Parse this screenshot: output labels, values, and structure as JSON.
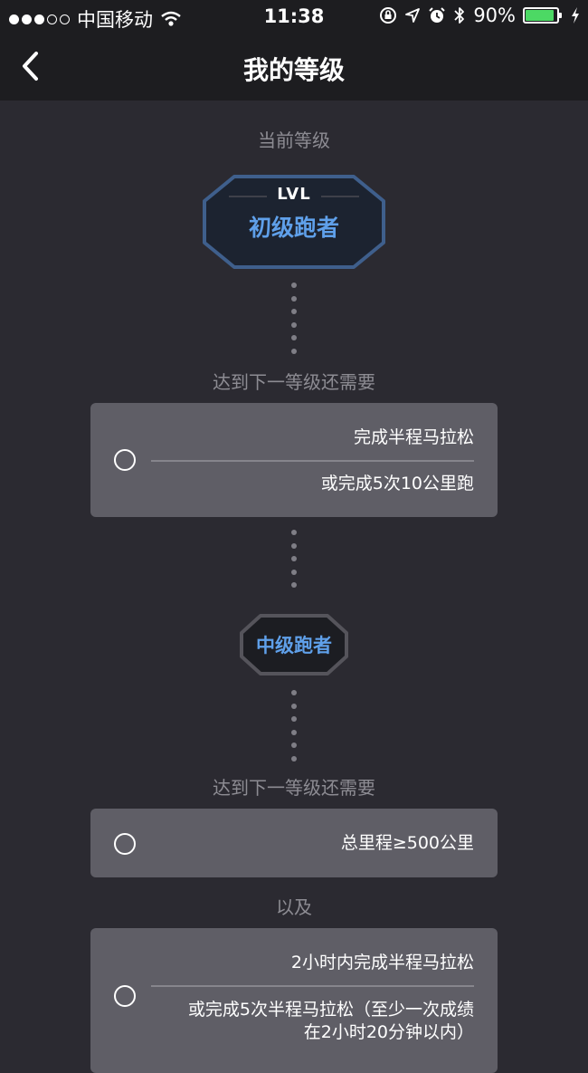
{
  "status_bar": {
    "carrier": "中国移动",
    "time": "11:38",
    "battery": "90%",
    "battery_level": 0.9,
    "icons": [
      "wifi-icon",
      "rotation-lock-icon",
      "location-icon",
      "alarm-icon",
      "bluetooth-icon",
      "battery-icon",
      "charging-icon"
    ]
  },
  "nav": {
    "title": "我的等级",
    "back_icon": "chevron-left-icon"
  },
  "current": {
    "caption": "当前等级",
    "badge_lvl": "LVL",
    "badge_name": "初级跑者"
  },
  "next_req_caption_1": "达到下一等级还需要",
  "card1": {
    "line1": "完成半程马拉松",
    "line2": "或完成5次10公里跑"
  },
  "mid_badge_name": "中级跑者",
  "next_req_caption_2": "达到下一等级还需要",
  "card2": {
    "line1": "总里程≥500公里"
  },
  "and_caption": "以及",
  "card3": {
    "line1": "2小时内完成半程马拉松",
    "line2a": "或完成5次半程马拉松（至少一次成绩",
    "line2b": "在2小时20分钟以内）"
  },
  "colors": {
    "background": "#2b2a31",
    "bar": "#1d1d20",
    "card": "#5f5e66",
    "accent": "#5fa0ea",
    "badge_border_current": "#3f5f8c",
    "badge_border_next": "#55545b"
  }
}
